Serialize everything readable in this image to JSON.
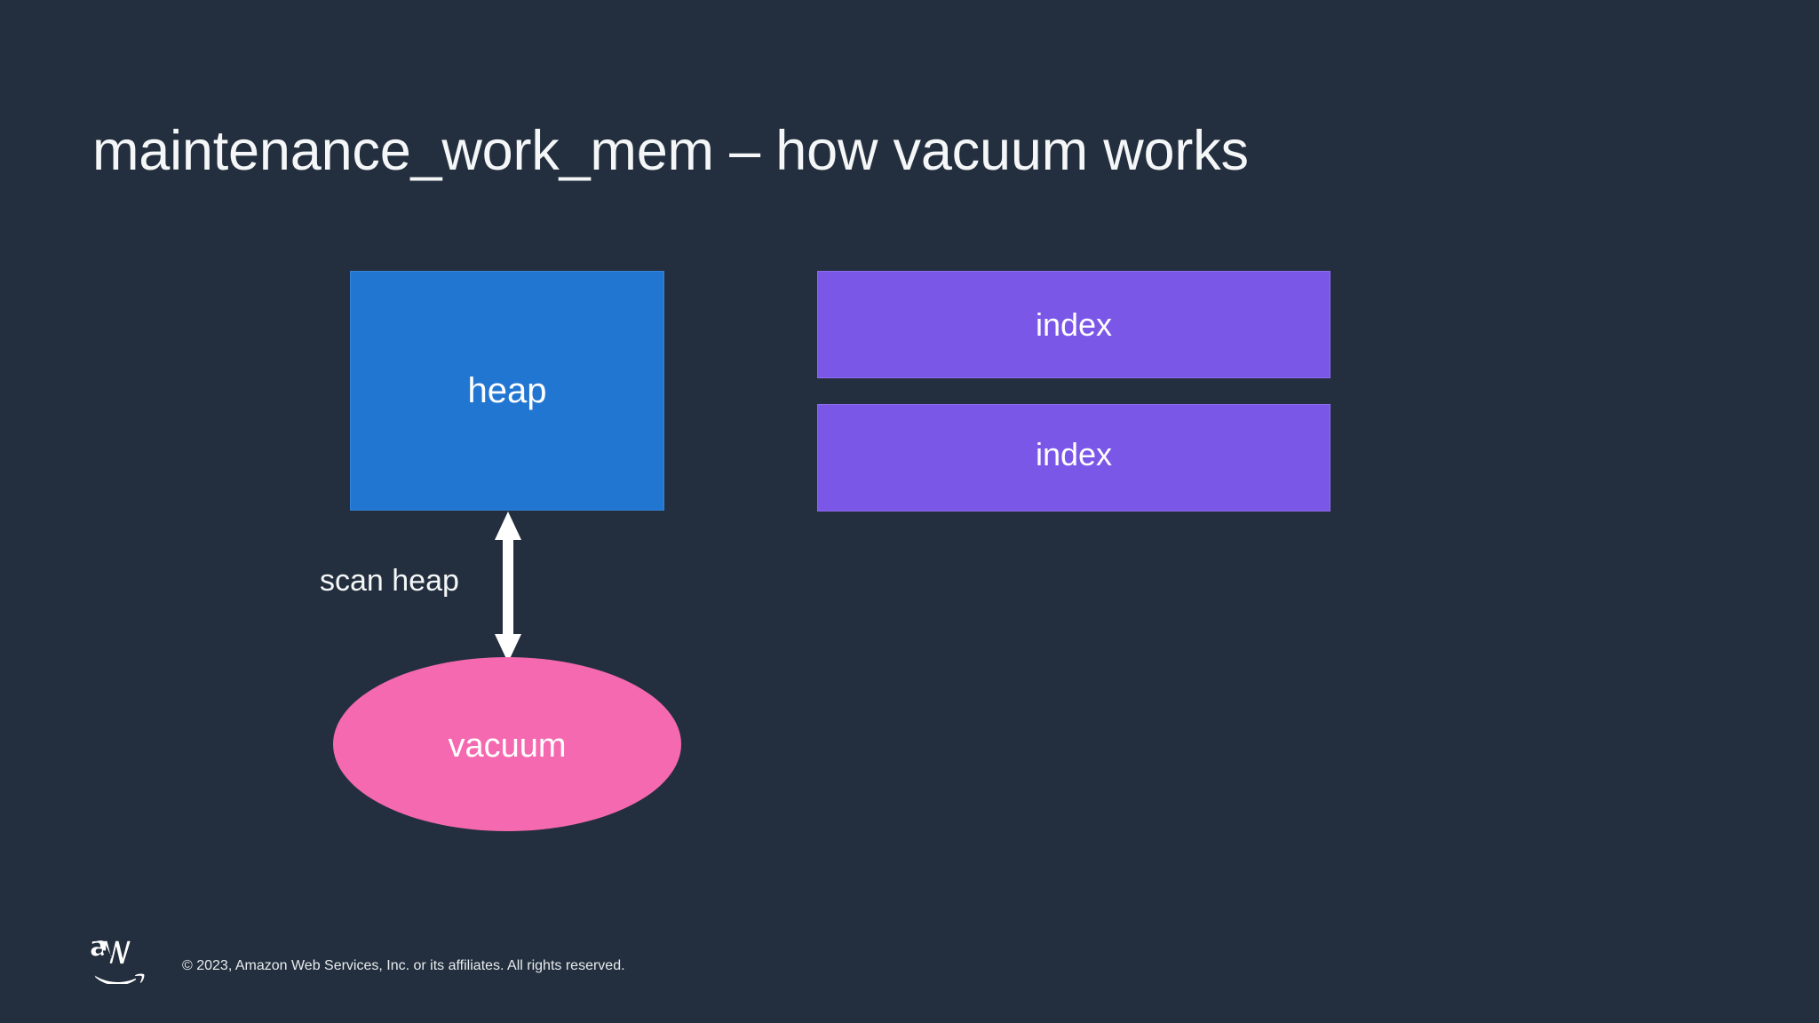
{
  "slide": {
    "title": "maintenance_work_mem – how vacuum works",
    "background_color": "#232F3E"
  },
  "diagram": {
    "nodes": [
      {
        "id": "heap",
        "label": "heap",
        "shape": "rectangle",
        "color": "#2176D2"
      },
      {
        "id": "index-1",
        "label": "index",
        "shape": "rectangle",
        "color": "#7B57E8"
      },
      {
        "id": "index-2",
        "label": "index",
        "shape": "rectangle",
        "color": "#7B57E8"
      },
      {
        "id": "vacuum",
        "label": "vacuum",
        "shape": "ellipse",
        "color": "#F569B0"
      }
    ],
    "edges": [
      {
        "id": "scan-heap",
        "label": "scan heap",
        "from": "vacuum",
        "to": "heap",
        "style": "double-headed-arrow",
        "color": "#FFFFFF"
      }
    ]
  },
  "footer": {
    "logo": "aws-logo",
    "copyright": "© 2023, Amazon Web Services, Inc. or its affiliates. All rights reserved."
  }
}
